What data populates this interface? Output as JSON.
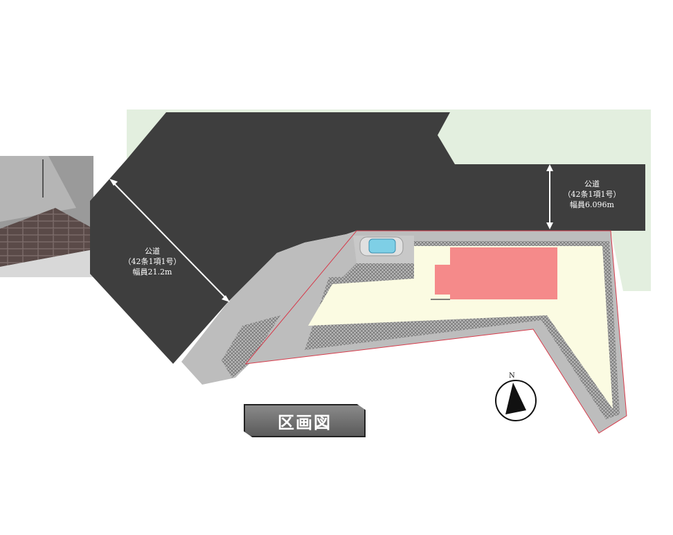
{
  "roads": [
    {
      "name": "公道",
      "clause": "（42条1項1号）",
      "width": "幅員21.2m"
    },
    {
      "name": "公道",
      "clause": "（42条1項1号）",
      "width": "幅員6.096m"
    }
  ],
  "title": "区画図",
  "compass": {
    "label": "N"
  },
  "colors": {
    "road": "#3e3e3e",
    "green": "#e3efdf",
    "lot": "#fbfbe2",
    "building": "#f58a8a",
    "sidewalk": "#bdbdbd",
    "boundary": "#d63a4a"
  }
}
